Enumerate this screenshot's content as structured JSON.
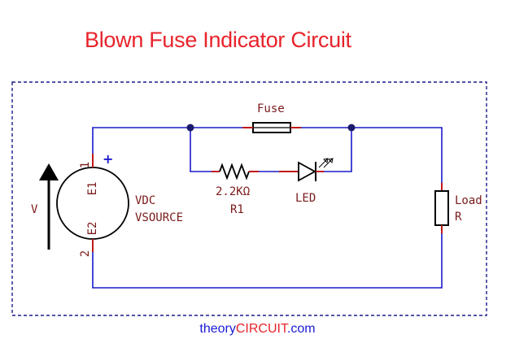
{
  "title": "Blown Fuse Indicator Circuit",
  "colors": {
    "title": "#e8232b",
    "wire": "#1a1acc",
    "component": "#000000",
    "label": "#7a1a1a",
    "pin": "#c01818",
    "border": "#1a1a8c"
  },
  "components": {
    "fuse": {
      "label": "Fuse"
    },
    "resistor": {
      "value": "2.2KΩ",
      "ref": "R1"
    },
    "led": {
      "label": "LED"
    },
    "load": {
      "label": "Load",
      "ref": "R"
    },
    "source": {
      "type": "VDC",
      "ref": "VSOURCE",
      "voltage_label": "V",
      "plus": "+",
      "pin1_num": "1",
      "pin1_name": "E1",
      "pin2_num": "2",
      "pin2_name": "E2"
    }
  },
  "credit": {
    "part1": "theory",
    "part2": "CIRCUIT",
    "part3": ".com"
  }
}
